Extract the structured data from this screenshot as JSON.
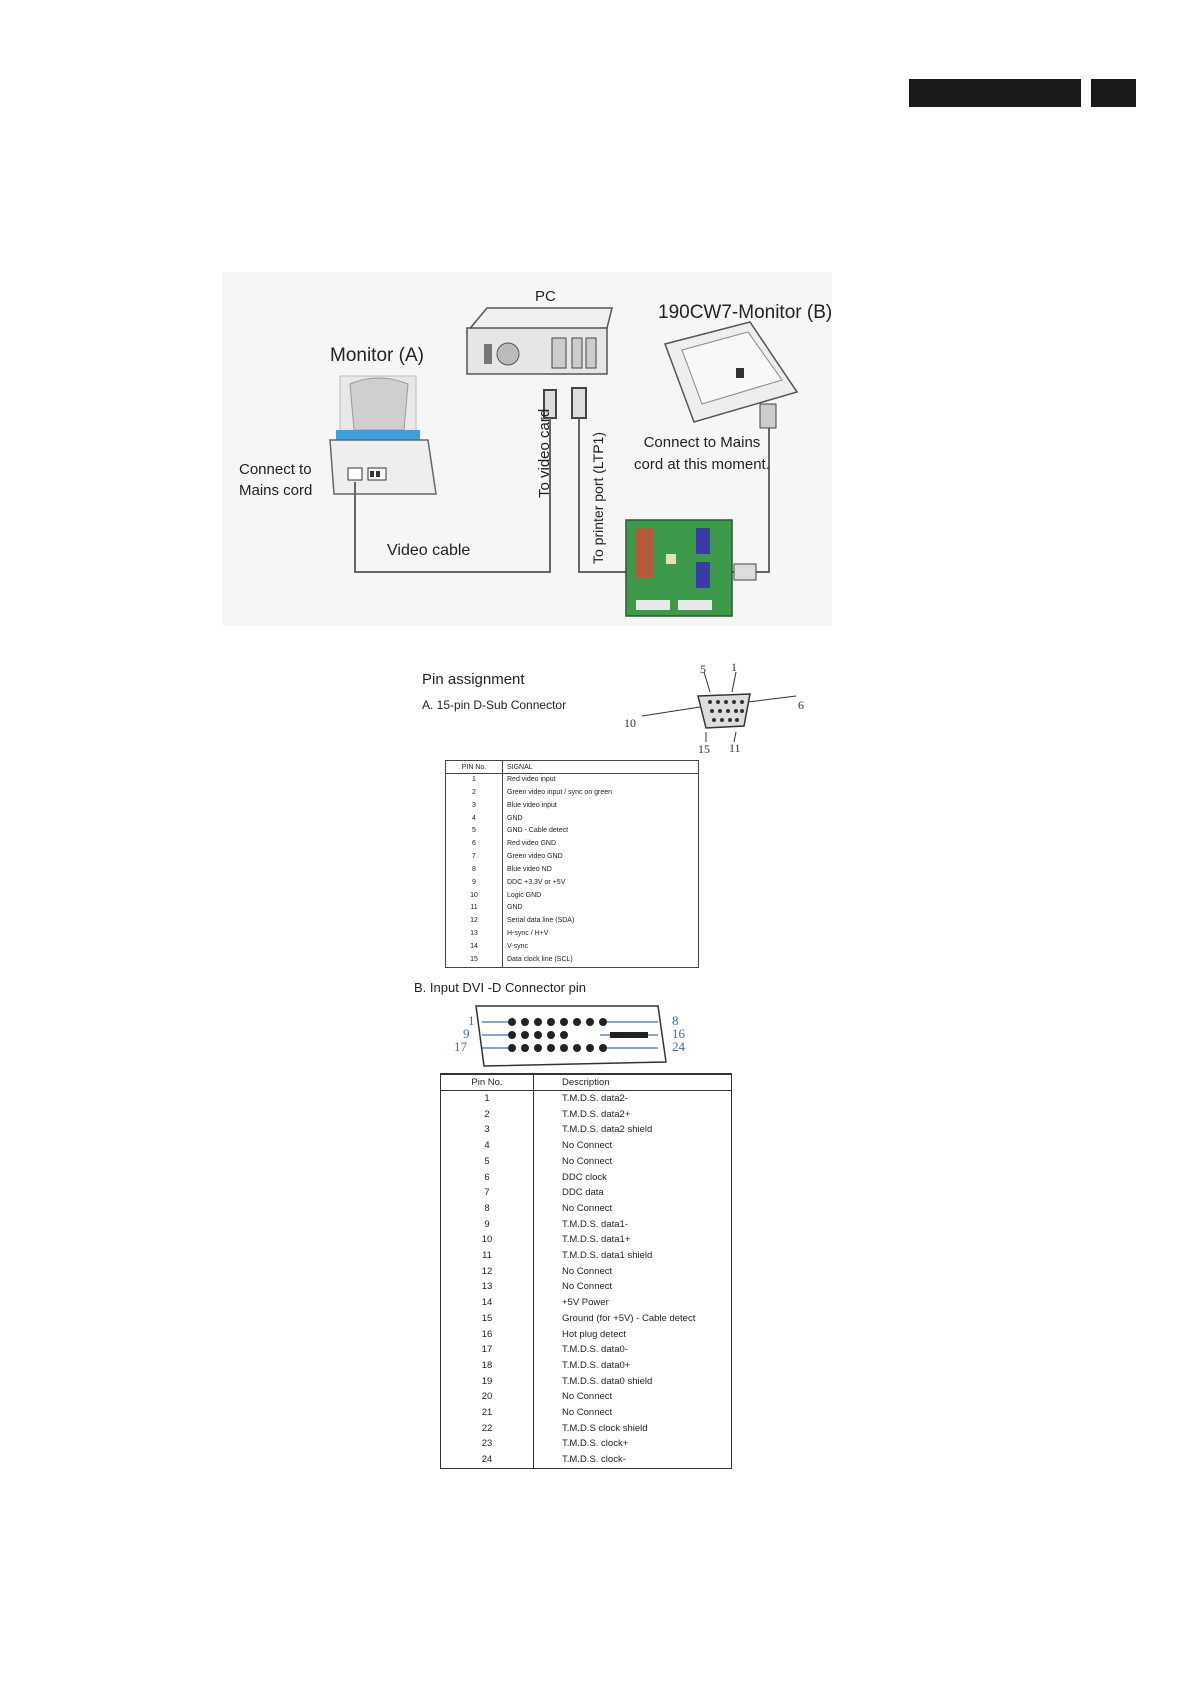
{
  "diagram": {
    "pc_label": "PC",
    "monitor_a_label": "Monitor (A)",
    "monitor_b_label": "190CW7-Monitor (B)",
    "connect_mains_a": [
      "Connect to",
      "Mains cord"
    ],
    "connect_mains_b": [
      "Connect to Mains",
      "cord at this moment."
    ],
    "video_cable_label": "Video cable",
    "to_video_card_label": "To video card",
    "to_printer_port_label": "To printer port (LTP1)"
  },
  "pin_assignment": {
    "title": "Pin assignment",
    "section_a": "A. 15-pin D-Sub Connector",
    "dsub_pin_numbers": {
      "top_left": "5",
      "top_right": "1",
      "left": "10",
      "right": "6",
      "bottom_left": "15",
      "bottom_right": "11"
    },
    "dsub_table": {
      "headers": [
        "PIN No.",
        "SIGNAL"
      ],
      "rows": [
        [
          "1",
          "Red video input"
        ],
        [
          "2",
          "Green video input / sync on green"
        ],
        [
          "3",
          "Blue video input"
        ],
        [
          "4",
          "GND"
        ],
        [
          "5",
          "GND - Cable detect"
        ],
        [
          "6",
          "Red video GND"
        ],
        [
          "7",
          "Green video GND"
        ],
        [
          "8",
          "Blue video    ND"
        ],
        [
          "9",
          "DDC +3.3V or +5V"
        ],
        [
          "10",
          "Logic GND"
        ],
        [
          "11",
          "GND"
        ],
        [
          "12",
          "Serial data line (SDA)"
        ],
        [
          "13",
          "H-sync / H+V"
        ],
        [
          "14",
          "V-sync"
        ],
        [
          "15",
          "Data clock line (SCL)"
        ]
      ]
    },
    "section_b": "B. Input DVI -D Connector pin",
    "dvi_pin_numbers": {
      "row1_left": "1",
      "row1_right": "8",
      "row2_left": "9",
      "row2_right": "16",
      "row3_left": "17",
      "row3_right": "24"
    },
    "dvi_table": {
      "headers": [
        "Pin No.",
        "Description"
      ],
      "rows": [
        [
          "1",
          "T.M.D.S. data2-"
        ],
        [
          "2",
          "T.M.D.S. data2+"
        ],
        [
          "3",
          "T.M.D.S. data2 shield"
        ],
        [
          "4",
          "No Connect"
        ],
        [
          "5",
          "No Connect"
        ],
        [
          "6",
          "DDC clock"
        ],
        [
          "7",
          "DDC data"
        ],
        [
          "8",
          "No Connect"
        ],
        [
          "9",
          "T.M.D.S. data1-"
        ],
        [
          "10",
          "T.M.D.S. data1+"
        ],
        [
          "11",
          "T.M.D.S. data1 shield"
        ],
        [
          "12",
          "No Connect"
        ],
        [
          "13",
          "No Connect"
        ],
        [
          "14",
          "+5V Power"
        ],
        [
          "15",
          "Ground (for +5V) - Cable detect"
        ],
        [
          "16",
          "Hot plug detect"
        ],
        [
          "17",
          "T.M.D.S. data0-"
        ],
        [
          "18",
          "T.M.D.S. data0+"
        ],
        [
          "19",
          "T.M.D.S. data0 shield"
        ],
        [
          "20",
          "No Connect"
        ],
        [
          "21",
          "No Connect"
        ],
        [
          "22",
          "T.M.D.S clock shield"
        ],
        [
          "23",
          "T.M.D.S. clock+"
        ],
        [
          "24",
          "T.M.D.S. clock-"
        ]
      ]
    }
  },
  "colors": {
    "header_bar": "#1a1a1a",
    "board_green": "#3d9a4a",
    "monitor_blue": "#3aa0e0",
    "dvi_pin_label": "#3a6fb0"
  }
}
